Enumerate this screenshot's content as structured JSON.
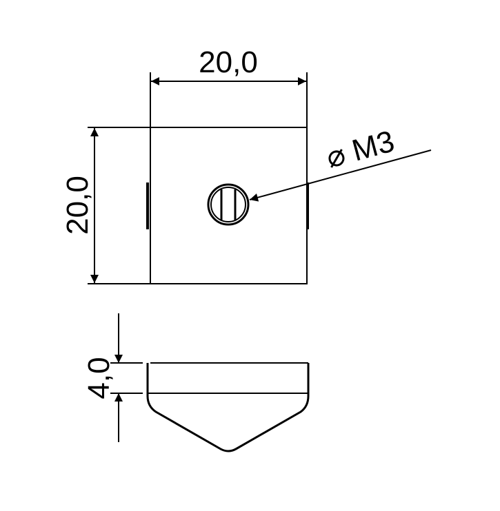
{
  "drawing": {
    "top_view": {
      "width_dimension": "20,0",
      "height_dimension": "20,0",
      "hole_callout": "⌀ M3"
    },
    "side_view": {
      "thickness_dimension": "4,0"
    },
    "line_color": "#000000"
  }
}
